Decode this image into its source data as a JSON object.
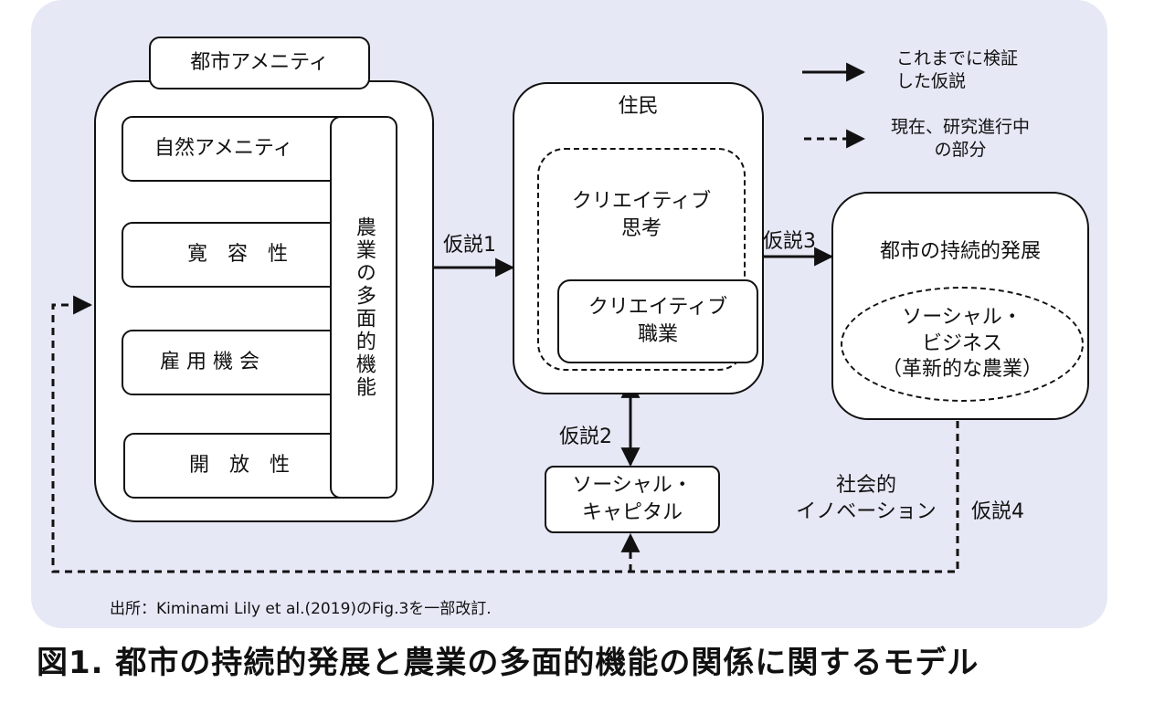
{
  "amenity": {
    "title": "都市アメニティ",
    "items": [
      "自然アメニティ",
      "寛　容　性",
      "雇 用 機 会",
      "開　放　性"
    ],
    "function_label": "農業の多面的機能"
  },
  "residents": {
    "title": "住民",
    "creative_thinking": "クリエイティブ\n思考",
    "creative_occupation": "クリエイティブ\n職業"
  },
  "development": {
    "title": "都市の持続的発展",
    "social_business": "ソーシャル・\nビジネス\n（革新的な農業）"
  },
  "social_capital": "ソーシャル・\nキャピタル",
  "social_innovation": "社会的\nイノベーション",
  "hypotheses": {
    "h1": "仮説1",
    "h2": "仮説2",
    "h3": "仮説3",
    "h4": "仮説4"
  },
  "legend": {
    "verified": "これまでに検証\nした仮説",
    "in_progress": "現在、研究進行中\nの部分"
  },
  "source": "出所：Kiminami Lily et al.(2019)のFig.3を一部改訂.",
  "caption": "図1. 都市の持続的発展と農業の多面的機能の関係に関するモデル"
}
